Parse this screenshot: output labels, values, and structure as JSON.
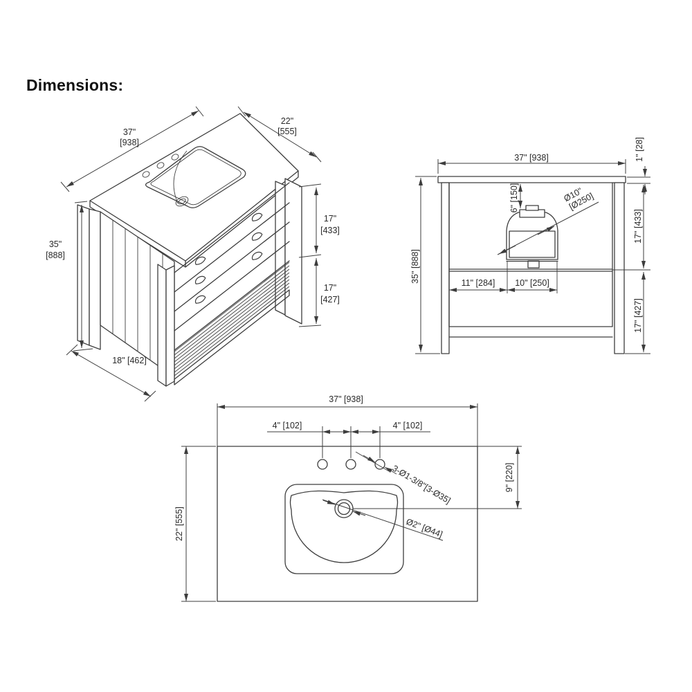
{
  "page": {
    "title": "Dimensions:"
  },
  "drawing": {
    "line_color": "#3d3d3d",
    "text_color": "#2a2a2a",
    "background": "#ffffff"
  },
  "isometric_view": {
    "width_in": "37\"",
    "width_mm": "[938]",
    "depth_in": "22\"",
    "depth_mm": "[555]",
    "height_in": "35\"",
    "height_mm": "[888]",
    "upper_in": "17\"",
    "upper_mm": "[433]",
    "lower_in": "17\"",
    "lower_mm": "[427]",
    "shelf_depth": "18\" [462]"
  },
  "front_view": {
    "width": "37\" [938]",
    "countertop_thickness": "1\" [28]",
    "sink_drop": "6\" [150]",
    "bowl_dia_in": "Ø10\"",
    "bowl_dia_mm": "[Ø250]",
    "upper_section": "17\" [433]",
    "lower_section": "17\" [427]",
    "height": "35\" [888]",
    "left_offset": "11\" [284]",
    "bowl_width": "10\" [250]"
  },
  "top_view": {
    "width": "37\" [938]",
    "faucet_left": "4\" [102]",
    "faucet_right": "4\" [102]",
    "depth": "22\" [555]",
    "drain_offset": "9\" [220]",
    "faucet_holes": "3-Ø1-3/8\"[3-Ø35]",
    "drain_dia": "Ø2\" [Ø44]"
  }
}
